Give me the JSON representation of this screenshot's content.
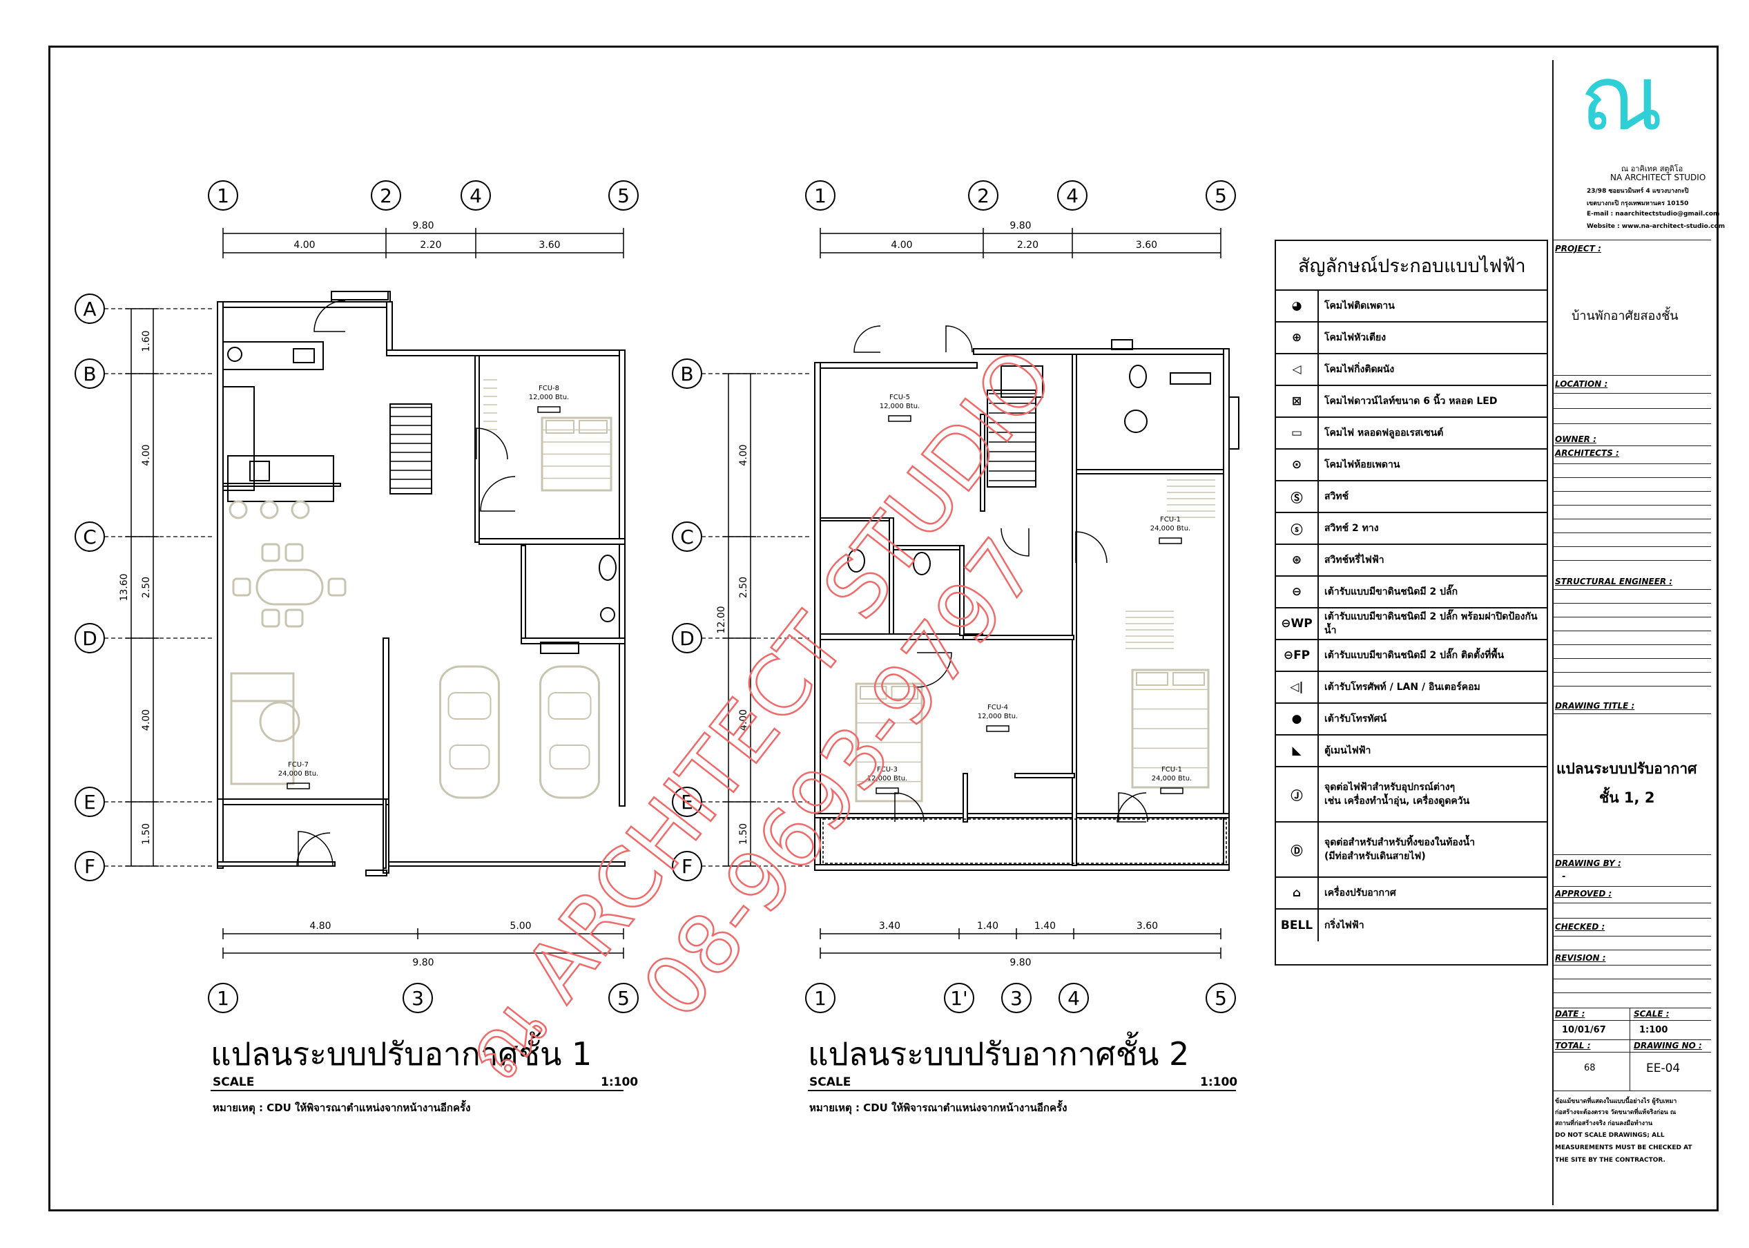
{
  "plan1": {
    "title": "แปลนระบบปรับอากาศชั้น 1",
    "scale_label": "SCALE",
    "scale_value": "1:100",
    "note": "หมายเหตุ : CDU ให้พิจารณาตำแหน่งจากหน้างานอีกครั้ง",
    "grid_top": [
      "1",
      "2",
      "4",
      "5"
    ],
    "grid_bottom": [
      "1",
      "3",
      "5"
    ],
    "grid_left": [
      "A",
      "B",
      "C",
      "D",
      "E",
      "F"
    ],
    "dim_top_total": "9.80",
    "dim_top": [
      "4.00",
      "2.20",
      "3.60"
    ],
    "dim_bottom": [
      "4.80",
      "5.00"
    ],
    "dim_bottom_total": "9.80",
    "dim_left": [
      "1.60",
      "4.00",
      "2.50",
      "4.00",
      "1.50"
    ],
    "dim_left_total": "13.60",
    "units": [
      {
        "code": "FCU-8",
        "btu": "12,000 Btu."
      },
      {
        "code": "FCU-7",
        "btu": "24,000 Btu."
      }
    ]
  },
  "plan2": {
    "title": "แปลนระบบปรับอากาศชั้น 2",
    "scale_label": "SCALE",
    "scale_value": "1:100",
    "note": "หมายเหตุ : CDU ให้พิจารณาตำแหน่งจากหน้างานอีกครั้ง",
    "grid_top": [
      "1",
      "2",
      "4",
      "5"
    ],
    "grid_bottom": [
      "1",
      "1'",
      "3",
      "4",
      "5"
    ],
    "grid_left": [
      "B",
      "C",
      "D",
      "E",
      "F"
    ],
    "dim_top_total": "9.80",
    "dim_top": [
      "4.00",
      "2.20",
      "3.60"
    ],
    "dim_bottom": [
      "3.40",
      "1.40",
      "1.40",
      "3.60"
    ],
    "dim_bottom_total": "9.80",
    "dim_left": [
      "4.00",
      "2.50",
      "4.00",
      "1.50"
    ],
    "dim_left_total": "12.00",
    "units": [
      {
        "code": "FCU-5",
        "btu": "12,000 Btu."
      },
      {
        "code": "FCU-1",
        "btu": "24,000 Btu."
      },
      {
        "code": "FCU-4",
        "btu": "12,000 Btu."
      },
      {
        "code": "FCU-3",
        "btu": "12,000 Btu."
      },
      {
        "code": "FCU-1",
        "btu": "24,000 Btu."
      }
    ]
  },
  "legend": {
    "title": "สัญลักษณ์ประกอบแบบไฟฟ้า",
    "items": [
      {
        "sym": "◕",
        "label": "โคมไฟติดเพดาน"
      },
      {
        "sym": "⊕",
        "label": "โคมไฟหัวเตียง"
      },
      {
        "sym": "◁",
        "label": "โคมไฟกิ่งติดผนัง"
      },
      {
        "sym": "⊠",
        "label": "โคมไฟดาวน์ไลท์ขนาด 6 นิ้ว หลอด LED"
      },
      {
        "sym": "▭",
        "label": "โคมไฟ หลอดฟลูออเรสเซนต์"
      },
      {
        "sym": "⊙",
        "label": "โคมไฟห้อยเพดาน"
      },
      {
        "sym": "Ⓢ",
        "label": "สวิทช์"
      },
      {
        "sym": "ⓢ",
        "label": "สวิทช์ 2 ทาง"
      },
      {
        "sym": "⊛",
        "label": "สวิทช์หรี่ไฟฟ้า"
      },
      {
        "sym": "⊖",
        "label": "เต้ารับแบบมีขาดินชนิดมี 2 ปลั๊ก"
      },
      {
        "sym": "⊖WP",
        "label": "เต้ารับแบบมีขาดินชนิดมี 2 ปลั๊ก พร้อมฝาปิดป้องกันน้ำ"
      },
      {
        "sym": "⊖FP",
        "label": "เต้ารับแบบมีขาดินชนิดมี 2 ปลั๊ก ติดตั้งที่พื้น"
      },
      {
        "sym": "◁|",
        "label": "เต้ารับโทรศัพท์ / LAN / อินเตอร์คอม"
      },
      {
        "sym": "●",
        "label": "เต้ารับโทรทัศน์"
      },
      {
        "sym": "◣",
        "label": "ตู้เมนไฟฟ้า"
      },
      {
        "sym": "Ⓙ",
        "label": "จุดต่อไฟฟ้าสำหรับอุปกรณ์ต่างๆ",
        "label2": "เช่น เครื่องทำน้ำอุ่น, เครื่องดูดควัน",
        "tall": true
      },
      {
        "sym": "Ⓓ",
        "label": "จุดต่อสำหรับสำหรับทิ้งของในท้องน้ำ",
        "label2": "(มีท่อสำหรับเดินสายไฟ)",
        "tall": true
      },
      {
        "sym": "⌂",
        "label": "เครื่องปรับอากาศ"
      },
      {
        "sym": "BELL",
        "label": "กริ่งไฟฟ้า"
      }
    ]
  },
  "titleblock": {
    "logo": "ณ",
    "studio_th": "ณ อาคิเทค สตูดิโอ",
    "studio_en": "NA ARCHITECT STUDIO",
    "address1": "23/98 ซอยนวมินทร์ 4 แขวงบางกะปิ",
    "address2": "เขตบางกะปิ กรุงเทพมหานคร 10150",
    "email": "E-mail : naarchitectstudio@gmail.com",
    "website": "Website : www.na-architect-studio.com",
    "project_label": "PROJECT :",
    "project_value": "บ้านพักอาศัยสองชั้น",
    "location_label": "LOCATION :",
    "owner_label": "OWNER :",
    "architects_label": "ARCHITECTS :",
    "structural_label": "STRUCTURAL ENGINEER :",
    "drawing_title_label": "DRAWING TITLE :",
    "drawing_title_1": "แปลนระบบปรับอากาศ",
    "drawing_title_2": "ชั้น 1, 2",
    "drawing_by_label": "DRAWING BY :",
    "drawing_by_value": "-",
    "approved_label": "APPROVED :",
    "checked_label": "CHECKED :",
    "revision_label": "REVISION :",
    "date_label": "DATE :",
    "date_value": "10/01/67",
    "scale_label": "SCALE :",
    "scale_value": "1:100",
    "total_label": "TOTAL :",
    "total_value": "68",
    "drawing_no_label": "DRAWING NO :",
    "drawing_no_value": "EE-04",
    "disclaimer_th1": "ข้อแม้ขนาดที่แสดงในแบบนี้อย่างไร ผู้รับเหมา",
    "disclaimer_th2": "ก่อสร้างจะต้องตรวจ วัดขนาดที่แท้จริงก่อน ณ",
    "disclaimer_th3": "สถานที่ก่อสร้างจริง ก่อนลงมือทำงาน",
    "disclaimer_en1": "DO NOT SCALE DRAWINGS; ALL",
    "disclaimer_en2": "MEASUREMENTS MUST BE CHECKED AT",
    "disclaimer_en3": "THE SITE BY THE CONTRACTOR."
  },
  "watermark": {
    "line1": "ณ ARCHITECT STUDIO",
    "line2": "08-9693-9797"
  },
  "colors": {
    "logo": "#2ecfd6",
    "watermark": "#f06a6a",
    "furniture": "#c8c4b0"
  }
}
